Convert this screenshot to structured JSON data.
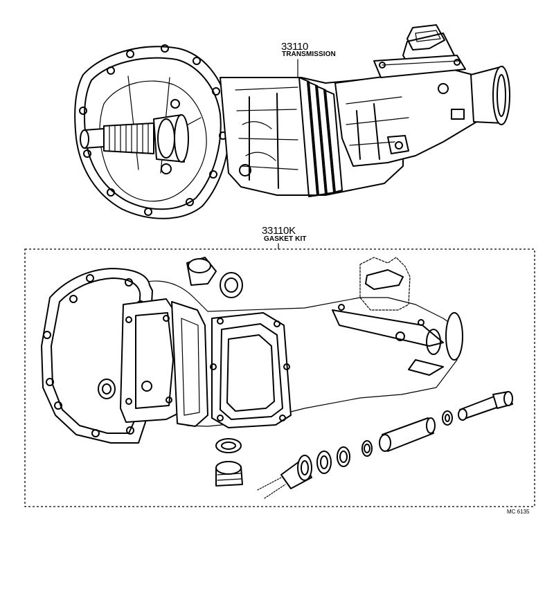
{
  "transmission": {
    "part_number": "33110",
    "name": "TRANSMISSION"
  },
  "gasket_kit": {
    "part_number": "33110K",
    "name": "GASKET KIT"
  },
  "diagram_code": "MC 6135"
}
